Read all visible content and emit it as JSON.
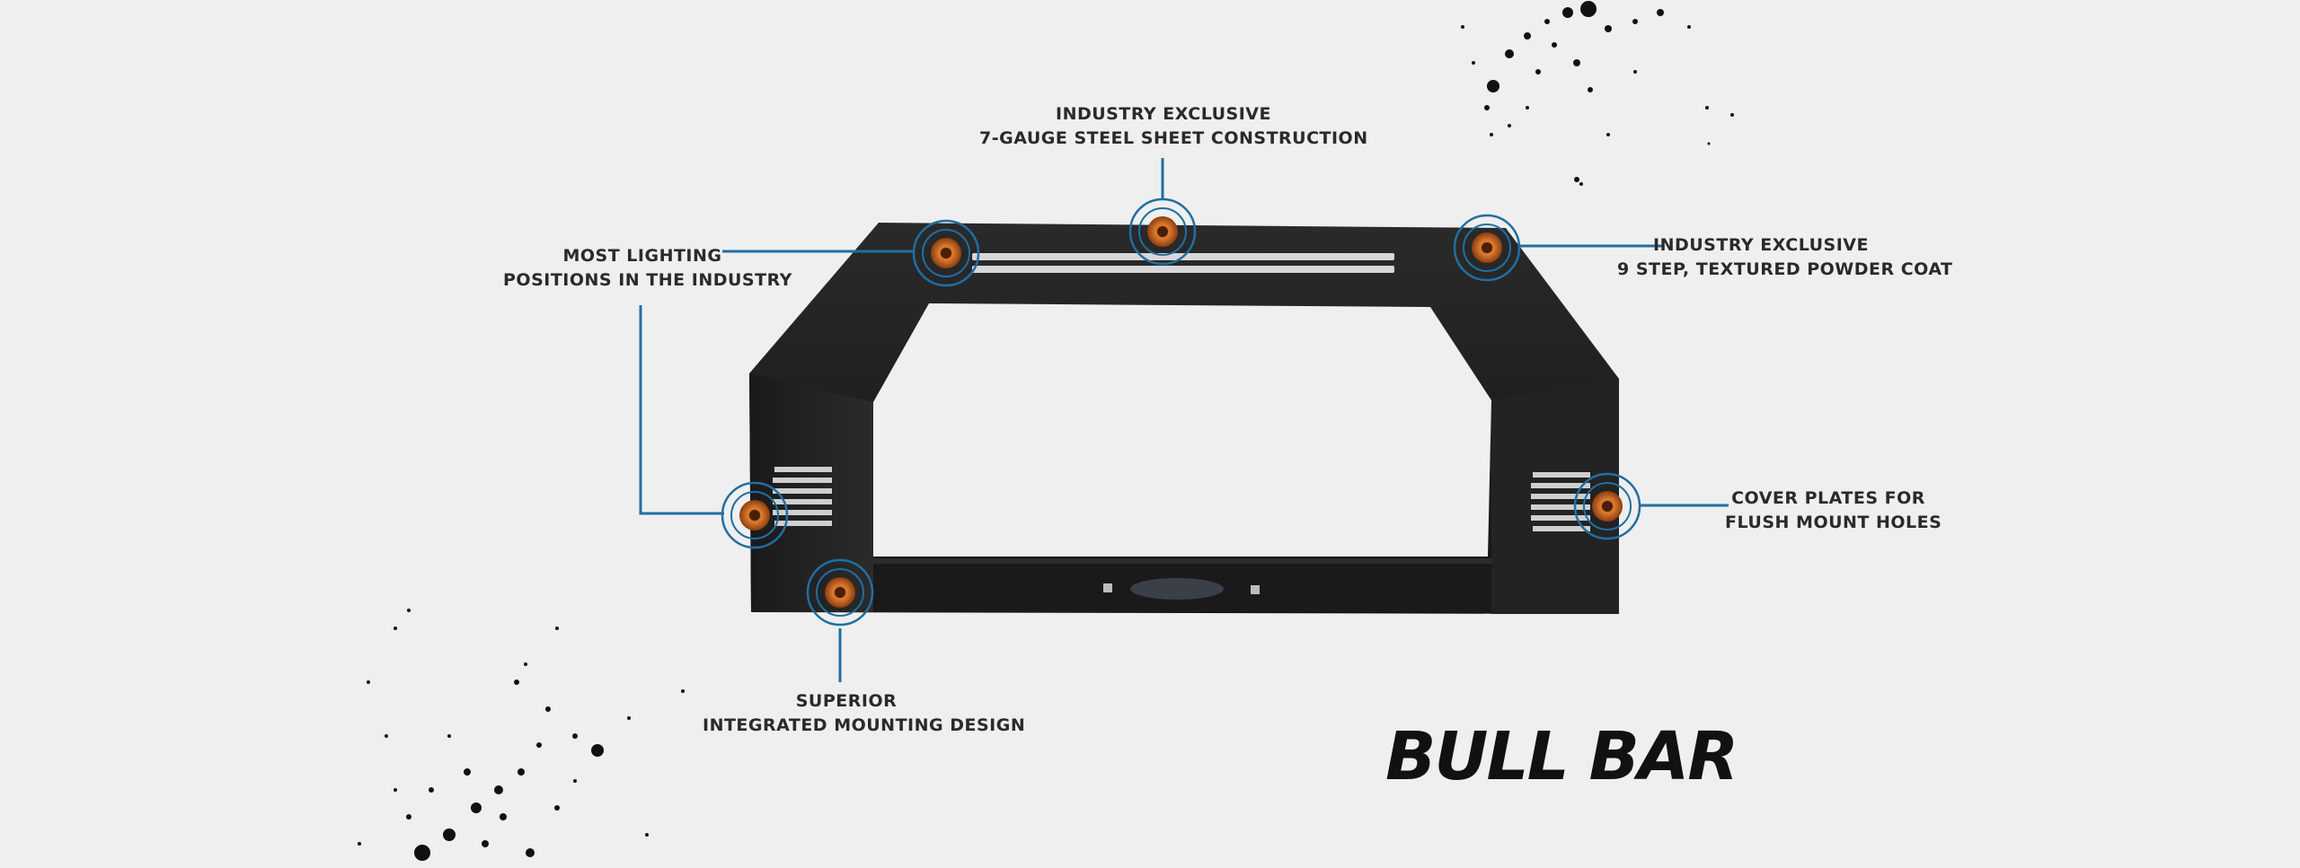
{
  "headline": "BULL BAR",
  "callouts": {
    "steel": {
      "line1": "INDUSTRY EXCLUSIVE",
      "line2": "7-GAUGE STEEL SHEET CONSTRUCTION"
    },
    "lighting": {
      "line1": "MOST LIGHTING",
      "line2": "POSITIONS IN THE INDUSTRY"
    },
    "powder": {
      "line1": "INDUSTRY EXCLUSIVE",
      "line2": "9 STEP, TEXTURED POWDER COAT"
    },
    "cover": {
      "line1": "COVER PLATES FOR",
      "line2": "FLUSH MOUNT HOLES"
    },
    "mounting": {
      "line1": "SUPERIOR",
      "line2": "INTEGRATED MOUNTING DESIGN"
    }
  },
  "colors": {
    "background": "#efefef",
    "bar_body": "#1b1b1b",
    "callout_line": "#1f6fa3",
    "hotspot_core": "#e07b2e",
    "text": "#2a2a2a"
  },
  "icons": {
    "hotspot": "target-ring-icon",
    "splatter": "ink-splatter-decoration"
  }
}
